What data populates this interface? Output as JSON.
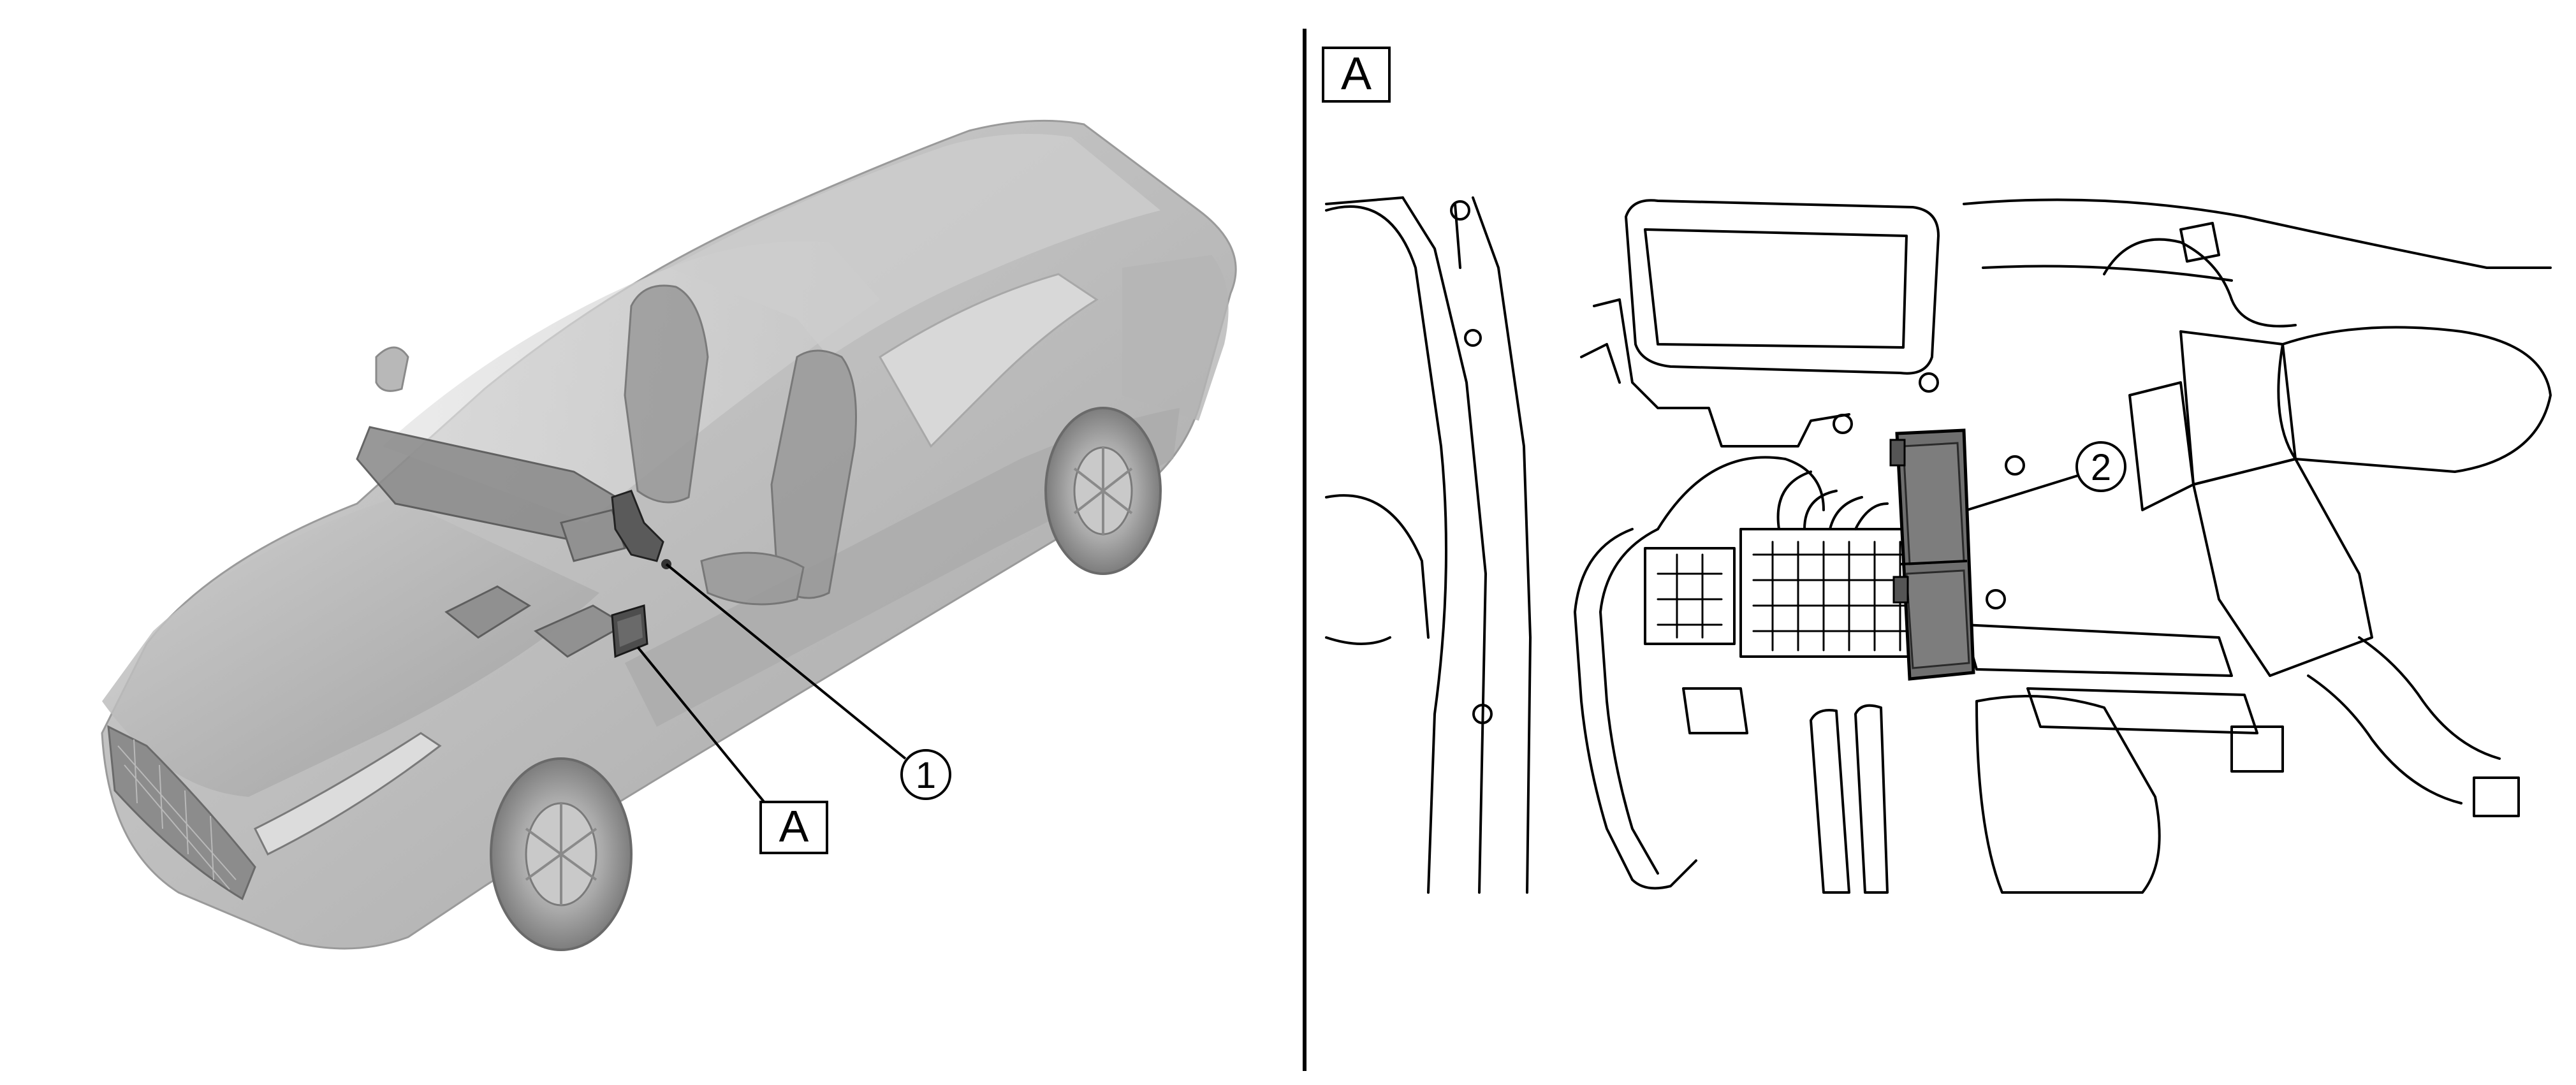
{
  "view_label": "A",
  "callouts": [
    {
      "number": "1"
    },
    {
      "number": "2"
    }
  ],
  "colors": {
    "background": "#ffffff",
    "vehicle_shade": "#c4c4c4",
    "vehicle_dark": "#8e8e8e",
    "line_art": "#000000",
    "highlight_part": "#6f6f6f"
  }
}
